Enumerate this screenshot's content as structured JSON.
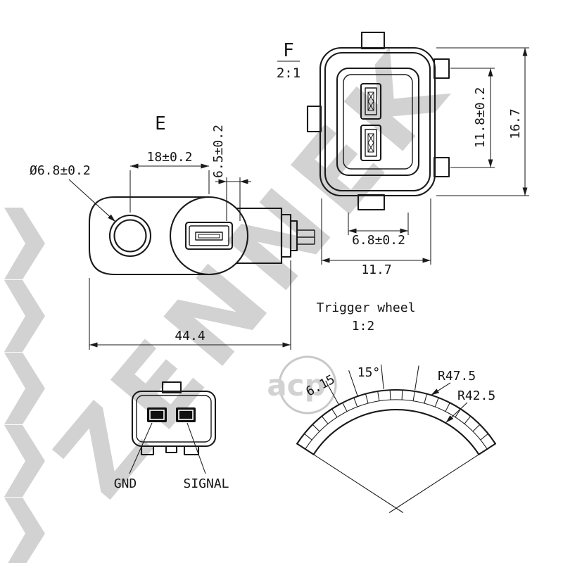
{
  "watermark": {
    "brand": "ZENNEK",
    "badge_text": "acp",
    "color": "#d2d2d2"
  },
  "view_f": {
    "label": "F",
    "scale": "2:1",
    "dims": {
      "overall_height": "16.7",
      "pin_span": "11.8±0.2",
      "tab_width": "6.8±0.2",
      "overall_width": "11.7"
    }
  },
  "view_e": {
    "label": "E",
    "dims": {
      "hole_diameter": "Ø6.8±0.2",
      "center_distance": "18±0.2",
      "slot_width": "6.5±0.2",
      "overall_length": "44.4"
    }
  },
  "connector_view": {
    "pin_labels": {
      "left": "GND",
      "right": "SIGNAL"
    }
  },
  "trigger_wheel": {
    "title": "Trigger wheel",
    "scale": "1:2",
    "dims": {
      "tooth_width": "6.15",
      "tooth_angle": "15°",
      "outer_radius": "R47.5",
      "inner_radius": "R42.5"
    }
  }
}
